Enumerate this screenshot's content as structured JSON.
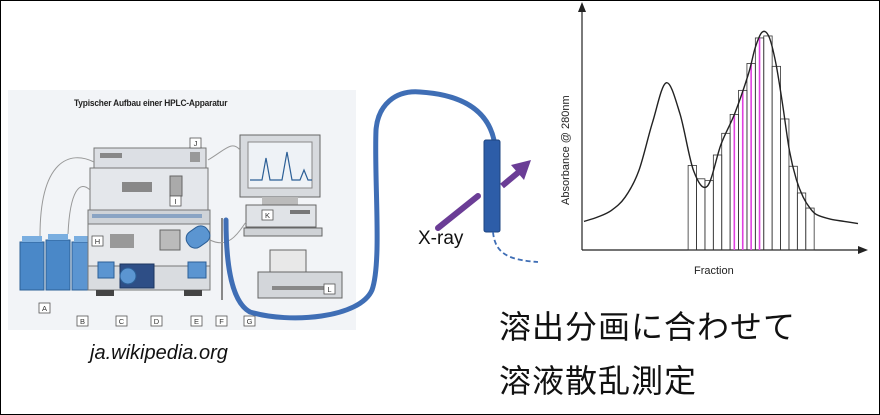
{
  "hplc": {
    "title": "Typischer Aufbau einer HPLC-Apparatur",
    "labels": [
      "A",
      "B",
      "C",
      "D",
      "E",
      "F",
      "G",
      "H",
      "I",
      "J",
      "K",
      "L"
    ]
  },
  "source": "ja.wikipedia.org",
  "xray_label": "X-ray",
  "caption": {
    "line1": "溶出分画に合わせて",
    "line2": "溶液散乱測定"
  },
  "chart_data": {
    "type": "line",
    "xlabel": "Fraction",
    "ylabel": "Absorbance @ 280nm",
    "axis_tick_labels": "none",
    "series": [
      {
        "x": [
          0,
          0.05,
          0.1,
          0.15,
          0.2,
          0.25,
          0.3,
          0.35,
          0.4,
          0.45,
          0.5,
          0.55,
          0.6,
          0.625,
          0.65,
          0.675,
          0.7,
          0.725,
          0.75,
          0.775,
          0.8,
          0.825,
          0.85,
          0.9,
          0.95,
          1.0
        ],
        "y": [
          0.13,
          0.15,
          0.18,
          0.24,
          0.36,
          0.58,
          0.76,
          0.62,
          0.36,
          0.29,
          0.48,
          0.62,
          0.8,
          0.92,
          0.99,
          0.97,
          0.85,
          0.66,
          0.45,
          0.32,
          0.24,
          0.19,
          0.16,
          0.14,
          0.13,
          0.12
        ]
      }
    ],
    "fractions": {
      "start": 0.38,
      "end": 0.84,
      "count": 15,
      "highlight_indices": [
        5,
        6,
        7,
        8
      ],
      "highlight_color": "#e040e0"
    }
  },
  "colors": {
    "tube": "#3f6eb5",
    "cell": "#2d5da8",
    "arrow": "#6b3d96",
    "device_blue": "#4a88c8"
  }
}
